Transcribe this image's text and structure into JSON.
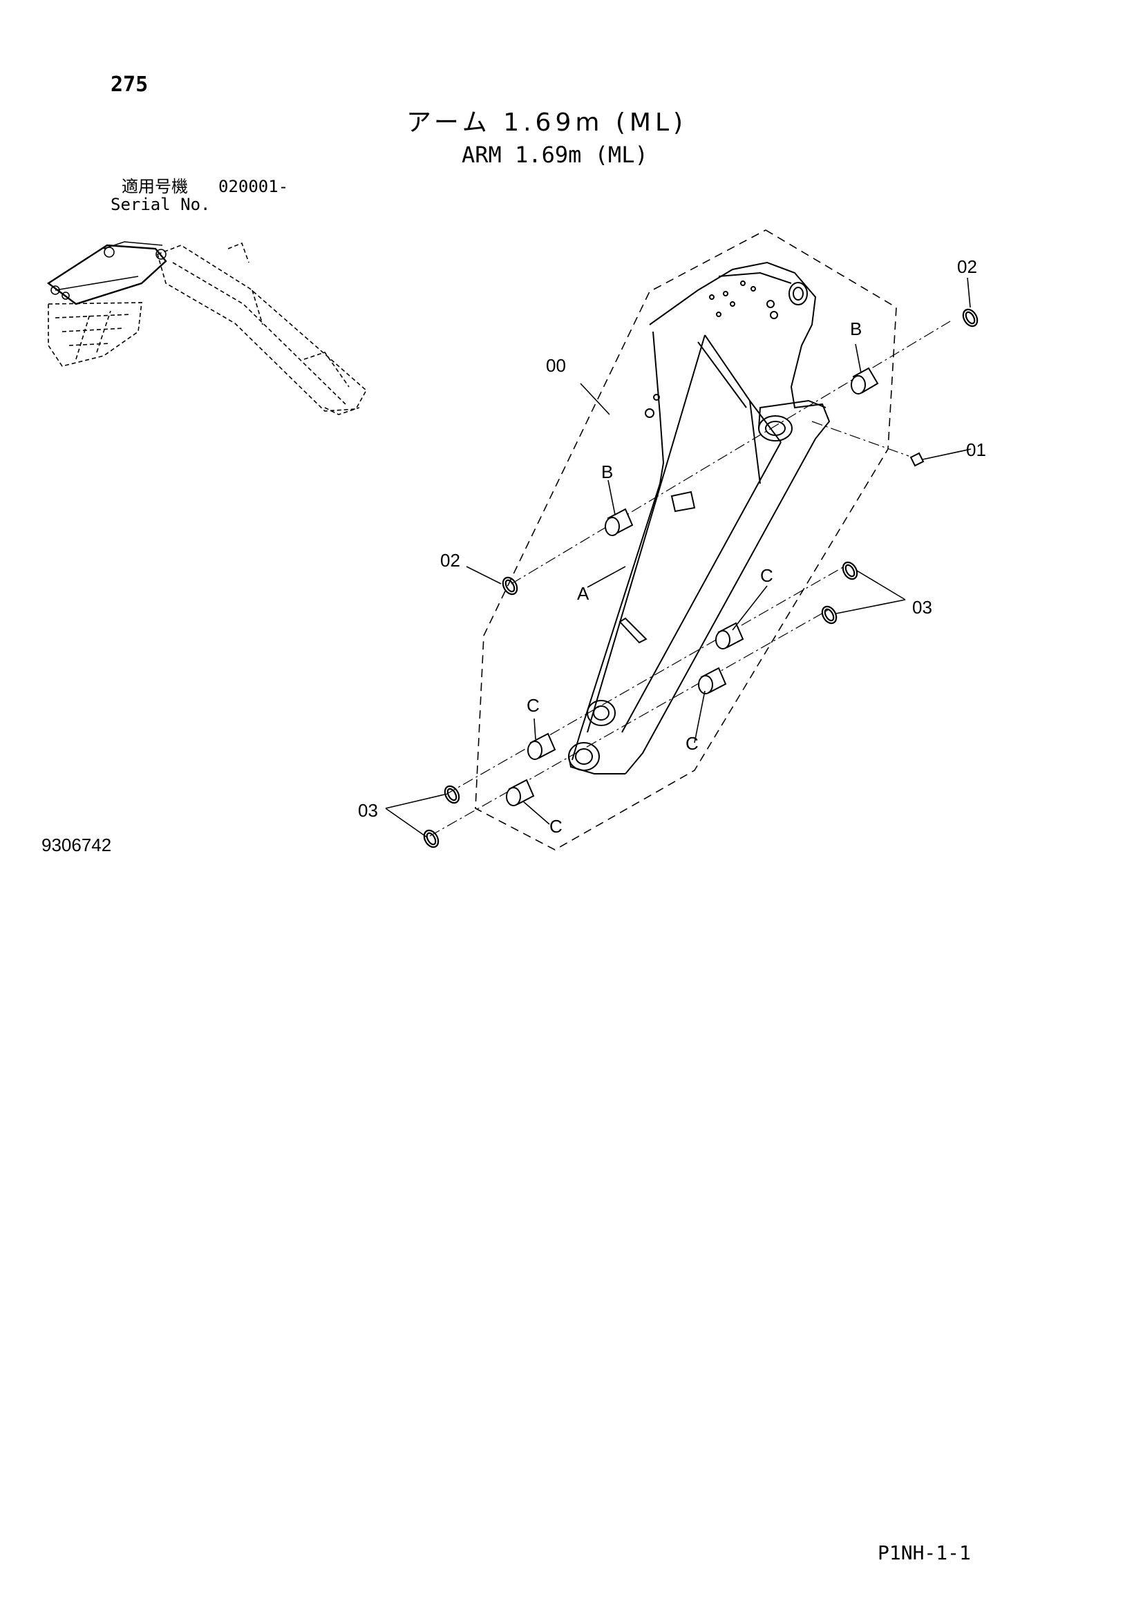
{
  "header": {
    "page_number": "275",
    "title_ja": "アーム 1.69m (ML)",
    "title_en": "ARM 1.69m (ML)"
  },
  "serial": {
    "label_ja": "適用号機",
    "value": "020001-",
    "label_en": "Serial No."
  },
  "callouts": {
    "part_00": "00",
    "part_01": "01",
    "part_02_top": "02",
    "part_02_left": "02",
    "part_03_right": "03",
    "part_03_left": "03",
    "label_a": "A",
    "label_b_top": "B",
    "label_b_left": "B",
    "label_c_right": "C",
    "label_c_right_low": "C",
    "label_c_left": "C",
    "label_c_left_low": "C"
  },
  "footer": {
    "drawing_number": "9306742",
    "page_code": "P1NH-1-1"
  }
}
